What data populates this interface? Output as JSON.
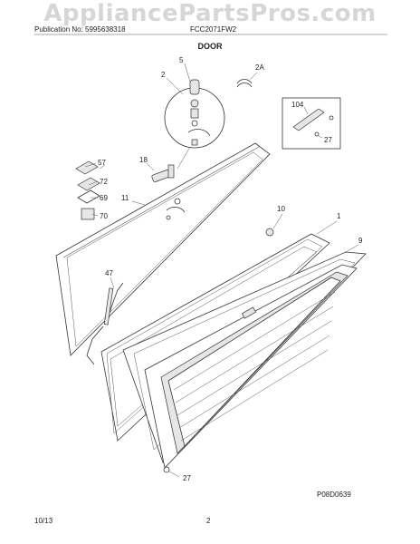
{
  "watermark": "AppliancePartsPros.com",
  "header": {
    "publication": "Publication No: 5995638318",
    "model": "FCC2071FW2"
  },
  "section_title": "DOOR",
  "diagram_code": "P08D0639",
  "footer": {
    "date": "10/13",
    "page": "2"
  },
  "callouts": [
    "5",
    "2",
    "2A",
    "104",
    "27",
    "57",
    "72",
    "69",
    "70",
    "18",
    "11",
    "10",
    "1",
    "9",
    "47",
    "27"
  ]
}
